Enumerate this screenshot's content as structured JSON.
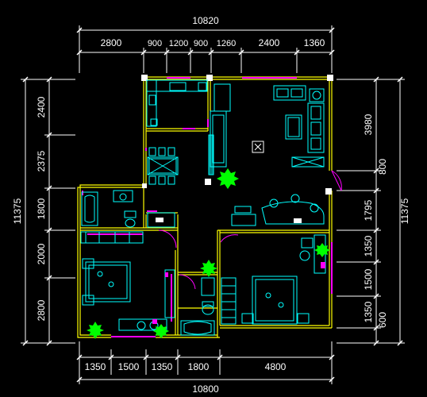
{
  "top_dims": {
    "total": "10820",
    "segments": [
      "2800",
      "900",
      "1200",
      "900",
      "1260",
      "2400",
      "1360"
    ]
  },
  "bottom_dims": {
    "total": "10800",
    "segments": [
      "1350",
      "1500",
      "1350",
      "1800",
      "4800"
    ]
  },
  "left_dims": {
    "total": "11375",
    "segments": [
      "2400",
      "2375",
      "1800",
      "2000",
      "2800"
    ]
  },
  "right_dims": {
    "total": "11375",
    "segments": [
      "3980",
      "800",
      "1795",
      "1350",
      "1500",
      "1350",
      "600"
    ]
  },
  "colors": {
    "wall": "#ffff00",
    "furniture": "#00ffff",
    "window": "#ff00ff",
    "plant": "#00ff00",
    "dims": "#ffffff"
  }
}
